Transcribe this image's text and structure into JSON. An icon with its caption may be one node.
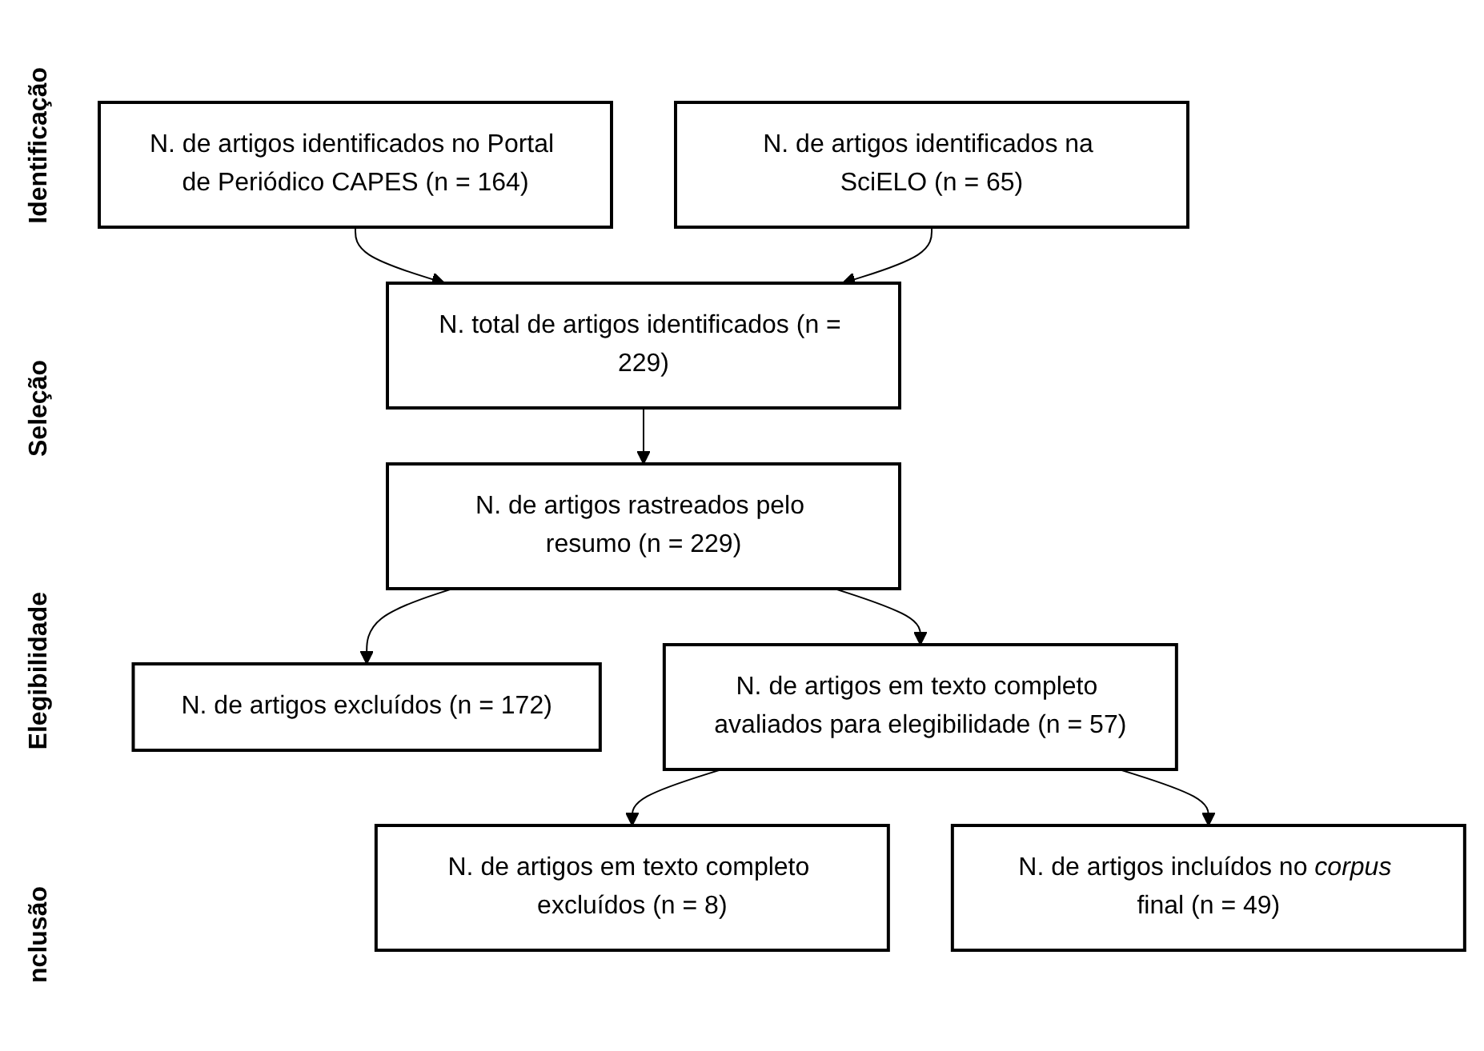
{
  "diagram": {
    "nodes": [
      {
        "text": [
          "N. de artigos identificados no Portal de Periódico CAPES (n = 164)"
        ]
      },
      {
        "text": [
          "N. de artigos identificados na SciELO (n = 65)"
        ]
      },
      {
        "text": [
          "N. total de artigos identificados (n = 229)"
        ]
      },
      {
        "text": [
          "N. de artigos rastreados pelo resumo (n = 229)"
        ]
      },
      {
        "text": [
          "N. de artigos excluídos (n = 172)"
        ]
      },
      {
        "text": [
          "N. de artigos em texto completo avaliados para elegibilidade (n = 57)"
        ]
      },
      {
        "text": [
          "N. de artigos em texto completo excluídos (n = 8)"
        ]
      },
      {
        "text": [
          "N. de artigos incluídos no *corpus* final (n = 49)"
        ]
      }
    ],
    "edges": [
      {
        "from": 0,
        "to": 2,
        "arrow": "to"
      },
      {
        "from": 1,
        "to": 2,
        "arrow": "to"
      },
      {
        "from": 2,
        "to": 3,
        "arrow": "to"
      },
      {
        "from": 3,
        "to": 4,
        "arrow": "to"
      },
      {
        "from": 3,
        "to": 5,
        "arrow": "to"
      },
      {
        "from": 5,
        "to": 6,
        "arrow": "to"
      },
      {
        "from": 5,
        "to": 7,
        "arrow": "to"
      }
    ],
    "labels": [
      "Identificação",
      "Seleção",
      "Elegibilidade",
      "nclusão"
    ]
  }
}
